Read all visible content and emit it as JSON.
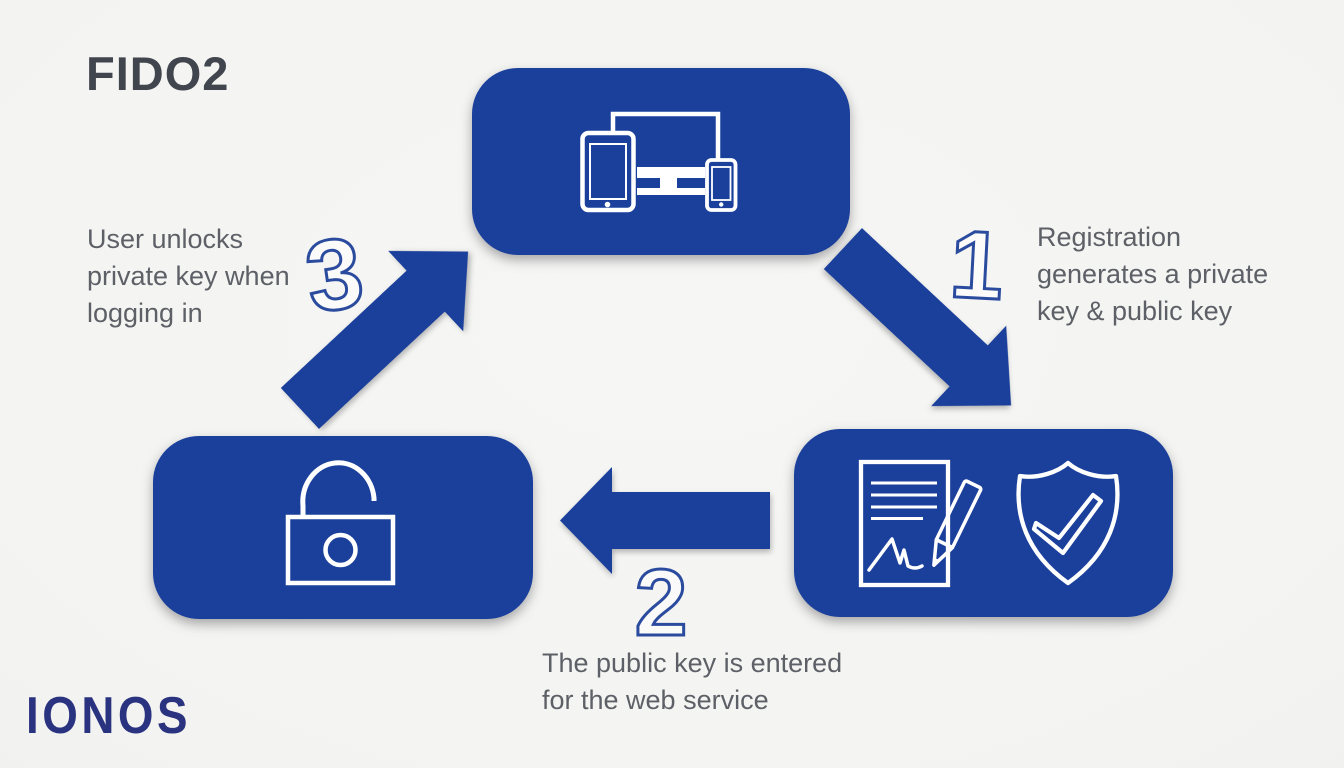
{
  "page": {
    "title": "FIDO2",
    "brand_logo": "IONOS"
  },
  "colors": {
    "background": "#f3f3f1",
    "box_blue": "#1b409c",
    "arrow_blue": "#1b409c",
    "number_outline_blue": "#2b4c9e",
    "label_text_gray": "#5d6066",
    "title_gray": "#41454e",
    "brand_navy": "#2a337f",
    "icon_stroke_white": "#ffffff"
  },
  "diagram": {
    "nodes": [
      {
        "id": "user-devices",
        "icon": "devices-icon"
      },
      {
        "id": "registration-service",
        "icon": "signed-document-icon, shield-check-icon"
      },
      {
        "id": "private-key-unlock",
        "icon": "open-padlock-icon"
      }
    ],
    "steps": [
      {
        "number": "1",
        "lines": [
          "Registration",
          "generates a private",
          "key & public key"
        ]
      },
      {
        "number": "2",
        "lines": [
          "The public key is entered",
          "for the web service"
        ]
      },
      {
        "number": "3",
        "lines": [
          "User unlocks",
          "private key when",
          "logging in"
        ]
      }
    ]
  }
}
